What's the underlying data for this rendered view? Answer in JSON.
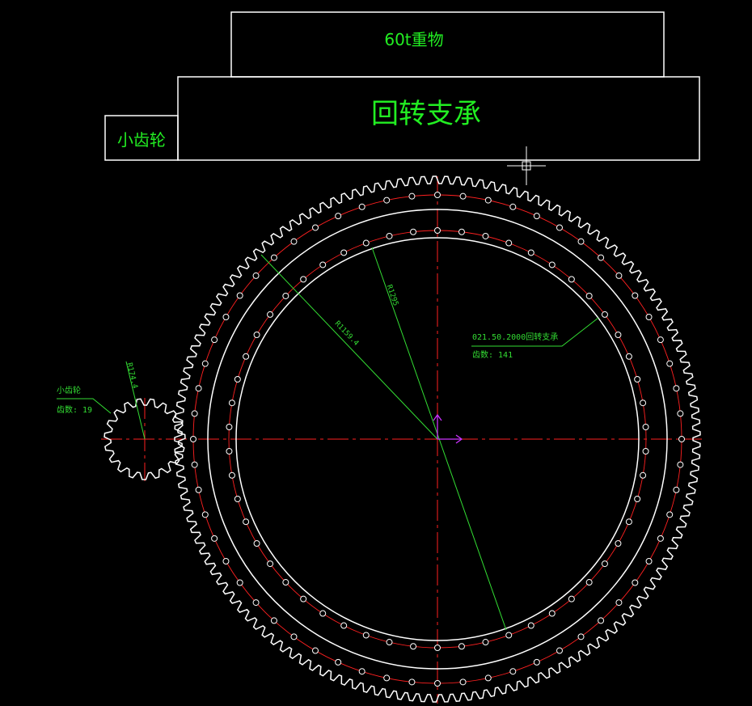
{
  "top_boxes": {
    "load_label": "60t重物",
    "bearing_label": "回转支承",
    "pinion_label": "小齿轮"
  },
  "dimensions": {
    "outer_radius_text": "R1159.4",
    "inner_radius_text": "R1295",
    "pinion_radius_text": "R174.4"
  },
  "notes": {
    "bearing_model": "021.50.2000回转支承",
    "bearing_teeth": "齿数: 141",
    "pinion_name": "小齿轮",
    "pinion_teeth": "齿数: 19"
  },
  "drawing": {
    "gear_teeth": 141,
    "pinion_teeth": 19,
    "outer_hole_count": 60,
    "inner_hole_count": 54,
    "colors": {
      "background": "#000000",
      "outline": "#ffffff",
      "center_line": "#ff2020",
      "dimension": "#33dd33",
      "ucs_icon": "#cc33ff"
    },
    "icons": [
      "ucs-axis-icon",
      "crosshair-cursor-icon"
    ]
  }
}
